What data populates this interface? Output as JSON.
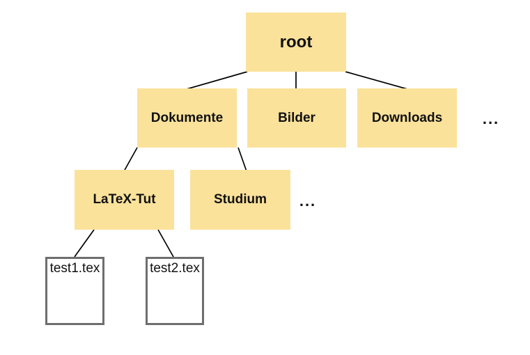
{
  "diagram": {
    "type": "tree",
    "description": "File system directory tree",
    "colors": {
      "folder_fill": "#FBE29B",
      "file_fill": "#FFFFFF",
      "file_border": "#6E6E6E",
      "edge": "#000000",
      "text": "#111111",
      "background": "#FFFFFF"
    },
    "nodes": [
      {
        "id": "root",
        "label": "root",
        "kind": "folder"
      },
      {
        "id": "dokumente",
        "label": "Dokumente",
        "kind": "folder"
      },
      {
        "id": "bilder",
        "label": "Bilder",
        "kind": "folder"
      },
      {
        "id": "downloads",
        "label": "Downloads",
        "kind": "folder"
      },
      {
        "id": "ellipsis-top",
        "label": "...",
        "kind": "ellipsis"
      },
      {
        "id": "latex-tut",
        "label": "LaTeX-Tut",
        "kind": "folder"
      },
      {
        "id": "studium",
        "label": "Studium",
        "kind": "folder"
      },
      {
        "id": "ellipsis-mid",
        "label": "...",
        "kind": "ellipsis"
      },
      {
        "id": "test1",
        "label": "test1.tex",
        "kind": "file"
      },
      {
        "id": "test2",
        "label": "test2.tex",
        "kind": "file"
      }
    ],
    "edges": [
      {
        "from": "root",
        "to": "dokumente"
      },
      {
        "from": "root",
        "to": "bilder"
      },
      {
        "from": "root",
        "to": "downloads"
      },
      {
        "from": "dokumente",
        "to": "latex-tut"
      },
      {
        "from": "dokumente",
        "to": "studium"
      },
      {
        "from": "latex-tut",
        "to": "test1"
      },
      {
        "from": "latex-tut",
        "to": "test2"
      }
    ]
  }
}
